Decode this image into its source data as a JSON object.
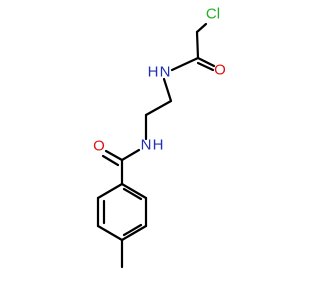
{
  "colors": {
    "bond": "#000000",
    "nitrogen": "#1f2fb8",
    "oxygen": "#e01010",
    "chlorine": "#22b022",
    "background": "#ffffff"
  },
  "labels": {
    "chlorine": "Cl",
    "amide_n_upper": "N",
    "amide_h_upper": "H",
    "carbonyl_o_upper": "O",
    "amide_n_lower": "N",
    "amide_h_lower": "H",
    "carbonyl_o_lower": "O"
  }
}
